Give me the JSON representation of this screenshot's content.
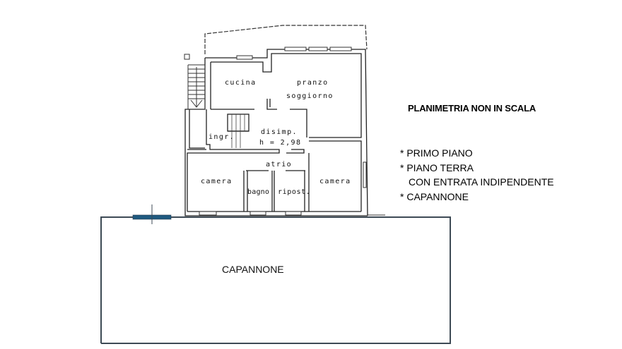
{
  "plan": {
    "rooms": [
      {
        "id": "cucina",
        "label": "cucina"
      },
      {
        "id": "pranzo",
        "label": "pranzo"
      },
      {
        "id": "soggiorno",
        "label": "soggiorno"
      },
      {
        "id": "ingr",
        "label": "ingr."
      },
      {
        "id": "disimp",
        "label": "disimp."
      },
      {
        "id": "height",
        "label": "h = 2,98"
      },
      {
        "id": "atrio",
        "label": "atrio"
      },
      {
        "id": "camera_left",
        "label": "camera"
      },
      {
        "id": "bagno",
        "label": "bagno"
      },
      {
        "id": "ripost",
        "label": "ripost."
      },
      {
        "id": "camera_right",
        "label": "camera"
      }
    ]
  },
  "capannone": {
    "label": "CAPANNONE",
    "border_color": "#3d4a55",
    "door_color": "#1f5a80"
  },
  "legend": {
    "title": "PLANIMETRIA NON IN SCALA",
    "items": [
      {
        "text": "* PRIMO PIANO"
      },
      {
        "text": "* PIANO TERRA"
      },
      {
        "text": "CON ENTRATA INDIPENDENTE"
      },
      {
        "text": "* CAPANNONE"
      }
    ]
  }
}
